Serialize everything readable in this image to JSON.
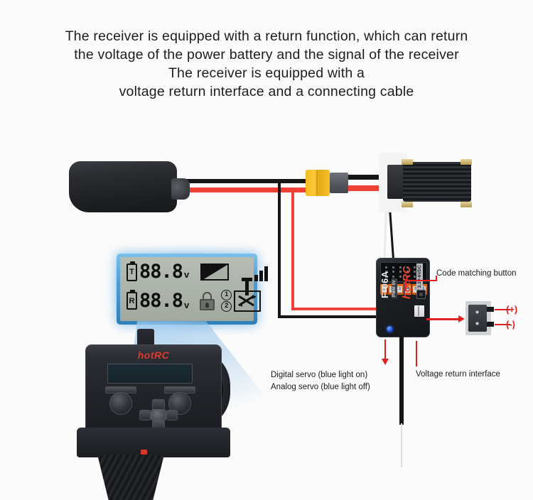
{
  "heading": {
    "line1": "The receiver is equipped with a return function, which can return",
    "line2": "the voltage of the power battery and the signal of the receiver",
    "line3": "The receiver is equipped with a",
    "line4": "voltage return interface and a connecting cable"
  },
  "lcd": {
    "row1": {
      "battery_label": "T",
      "value": "88.8",
      "unit": "v"
    },
    "row2": {
      "battery_label": "R",
      "value": "88.8",
      "unit": "v"
    },
    "icons": {
      "fuel": "fuel-gauge-icon",
      "signal": "signal-strength-icon",
      "lock": "lock-icon",
      "swap": "channel-swap-icon"
    },
    "channel_numbers": [
      "1",
      "2"
    ]
  },
  "transmitter": {
    "brand_hot": "hot",
    "brand_rc": "RC"
  },
  "receiver": {
    "model": "F-06A",
    "pwm_label": "PWM 5V",
    "brand_hot": "hot",
    "brand_rc": "RC",
    "input_label": "INP 3.3V-6VDC",
    "channels": [
      "1",
      "2",
      "3",
      "4",
      "5",
      "6"
    ]
  },
  "annotations": {
    "code_matching_button": "Code matching button",
    "voltage_return_interface": "Voltage return interface",
    "servo_digital": "Digital servo (blue light on)",
    "servo_analog": "Analog servo (blue light off)",
    "plug_positive": "(+)",
    "plug_negative": "(-)"
  },
  "colors": {
    "accent_red": "#e02020",
    "wire_red": "#ef4136",
    "wire_black": "#161616",
    "lcd_blue": "#4e9ed6",
    "led_blue": "#1439c8",
    "connector_yellow": "#f5b821",
    "channel_orange": "#e8701c",
    "background": "#fbfbfb"
  }
}
